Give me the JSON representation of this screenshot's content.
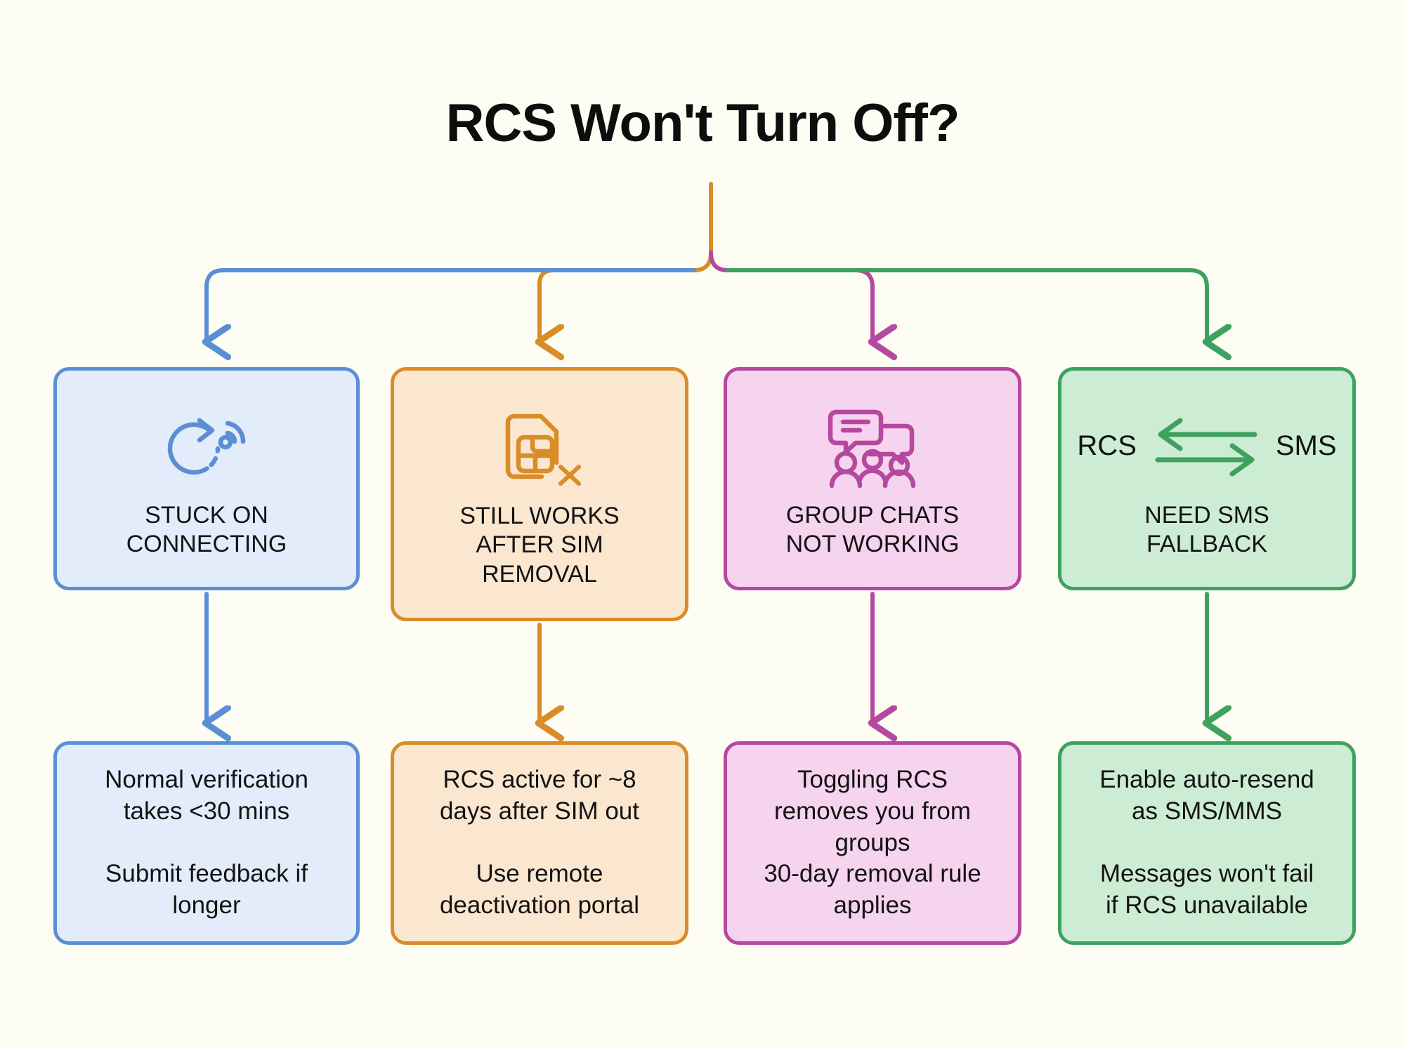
{
  "page": {
    "title": "RCS Won't Turn Off?",
    "background_color": "#fdfdf3",
    "title_color": "#0d0d0d"
  },
  "branches": [
    {
      "id": "stuck-on-connecting",
      "color": "#5b8fd4",
      "fill": "#e3ecfb",
      "icon": "connecting-spinner-icon",
      "label": "STUCK ON\nCONNECTING",
      "detail": "Normal verification\ntakes <30 mins\n\nSubmit feedback if\nlonger"
    },
    {
      "id": "still-works-after-sim-removal",
      "color": "#d98c28",
      "fill": "#fbe7cf",
      "icon": "sim-card-removed-icon",
      "label": "STILL WORKS\nAFTER SIM\nREMOVAL",
      "detail": "RCS active for ~8\ndays after SIM out\n\nUse remote\ndeactivation portal"
    },
    {
      "id": "group-chats-not-working",
      "color": "#b5489f",
      "fill": "#f6d3ef",
      "icon": "group-chat-icon",
      "label": "GROUP CHATS\nNOT WORKING",
      "detail": "Toggling RCS\nremoves you from\ngroups\n30-day removal rule\napplies"
    },
    {
      "id": "need-sms-fallback",
      "color": "#3fa15f",
      "fill": "#cdecd4",
      "icon": "rcs-sms-exchange-icon",
      "label": "NEED SMS\nFALLBACK",
      "detail": "Enable auto-resend\nas SMS/MMS\n\nMessages won't fail\nif RCS unavailable",
      "icon_labels": {
        "left": "RCS",
        "right": "SMS"
      }
    }
  ],
  "chart_data": {
    "type": "diagram",
    "subtype": "flowchart-tree",
    "title": "RCS Won't Turn Off?",
    "root": "RCS Won't Turn Off?",
    "levels": 3,
    "branch_count": 4,
    "edges": [
      {
        "from": "RCS Won't Turn Off?",
        "to": "STUCK ON CONNECTING",
        "color": "#5b8fd4"
      },
      {
        "from": "RCS Won't Turn Off?",
        "to": "STILL WORKS AFTER SIM REMOVAL",
        "color": "#d98c28"
      },
      {
        "from": "RCS Won't Turn Off?",
        "to": "GROUP CHATS NOT WORKING",
        "color": "#b5489f"
      },
      {
        "from": "RCS Won't Turn Off?",
        "to": "NEED SMS FALLBACK",
        "color": "#3fa15f"
      },
      {
        "from": "STUCK ON CONNECTING",
        "to": "Normal verification takes <30 mins / Submit feedback if longer",
        "color": "#5b8fd4"
      },
      {
        "from": "STILL WORKS AFTER SIM REMOVAL",
        "to": "RCS active for ~8 days after SIM out / Use remote deactivation portal",
        "color": "#d98c28"
      },
      {
        "from": "GROUP CHATS NOT WORKING",
        "to": "Toggling RCS removes you from groups / 30-day removal rule applies",
        "color": "#b5489f"
      },
      {
        "from": "NEED SMS FALLBACK",
        "to": "Enable auto-resend as SMS/MMS / Messages won't fail if RCS unavailable",
        "color": "#3fa15f"
      }
    ]
  }
}
